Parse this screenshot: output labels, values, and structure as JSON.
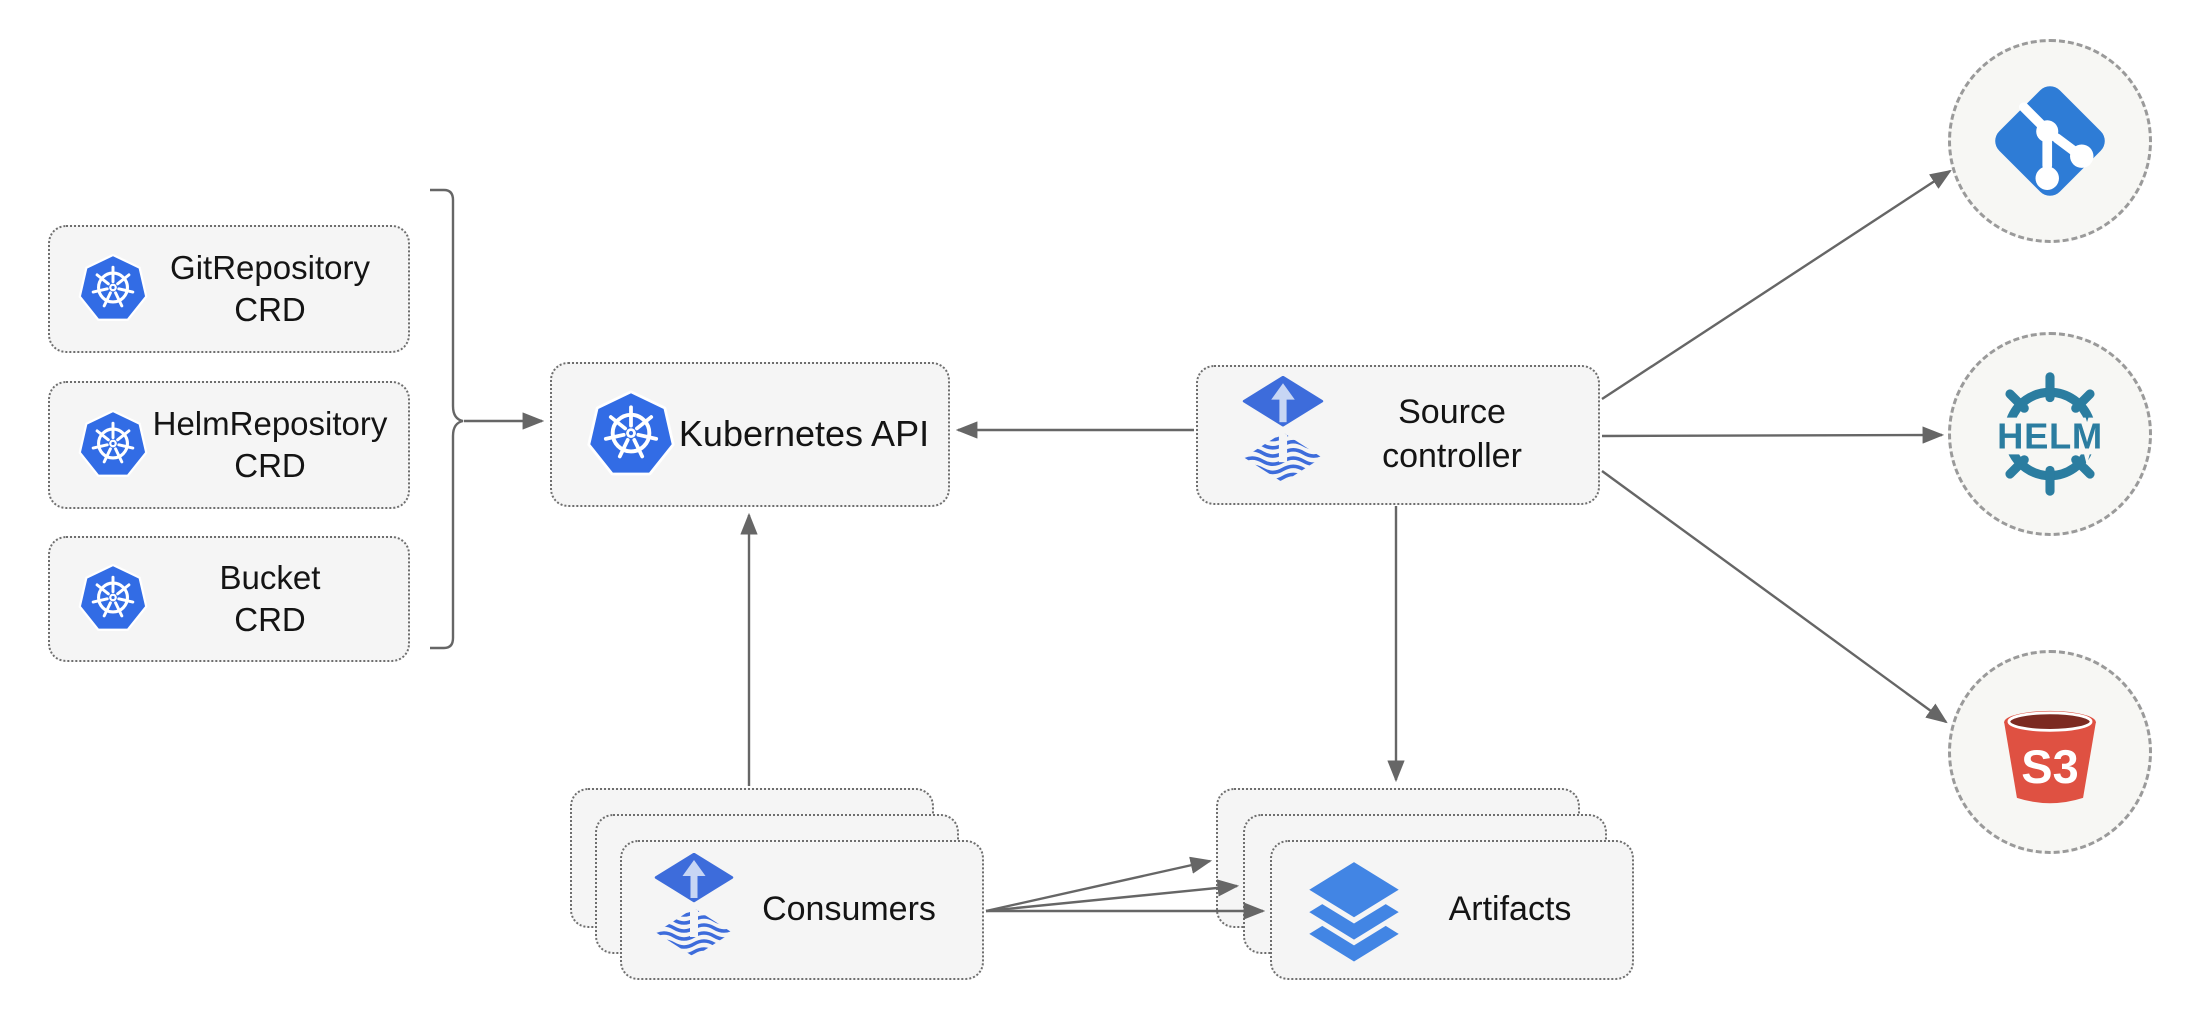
{
  "diagram": {
    "crd_boxes": [
      {
        "label": "GitRepository\nCRD",
        "icon": "kubernetes-icon"
      },
      {
        "label": "HelmRepository\nCRD",
        "icon": "kubernetes-icon"
      },
      {
        "label": "Bucket\nCRD",
        "icon": "kubernetes-icon"
      }
    ],
    "kubernetes_api": {
      "label": "Kubernetes API",
      "icon": "kubernetes-icon"
    },
    "source_controller": {
      "label": "Source\ncontroller",
      "icon": "flux-icon"
    },
    "consumers": {
      "label": "Consumers",
      "icon": "flux-icon",
      "stack_count": 3
    },
    "artifacts": {
      "label": "Artifacts",
      "icon": "layers-icon",
      "stack_count": 3
    },
    "external_sources": [
      {
        "name": "git",
        "icon": "git-icon"
      },
      {
        "name": "helm",
        "icon": "helm-icon",
        "text": "HELM"
      },
      {
        "name": "s3",
        "icon": "s3-bucket-icon",
        "text": "S3"
      }
    ],
    "colors": {
      "kubernetes_blue": "#326CE5",
      "flux_blue": "#3D6CDB",
      "flux_arrow_light": "#C7D6F4",
      "git_blue": "#2E7CD6",
      "helm_teal": "#2B7DA0",
      "s3_red": "#DF5142",
      "s3_dark_red": "#7C2A21",
      "layers_blue": "#4285E4",
      "connector_gray": "#666666",
      "node_fill": "#F5F5F5"
    }
  }
}
